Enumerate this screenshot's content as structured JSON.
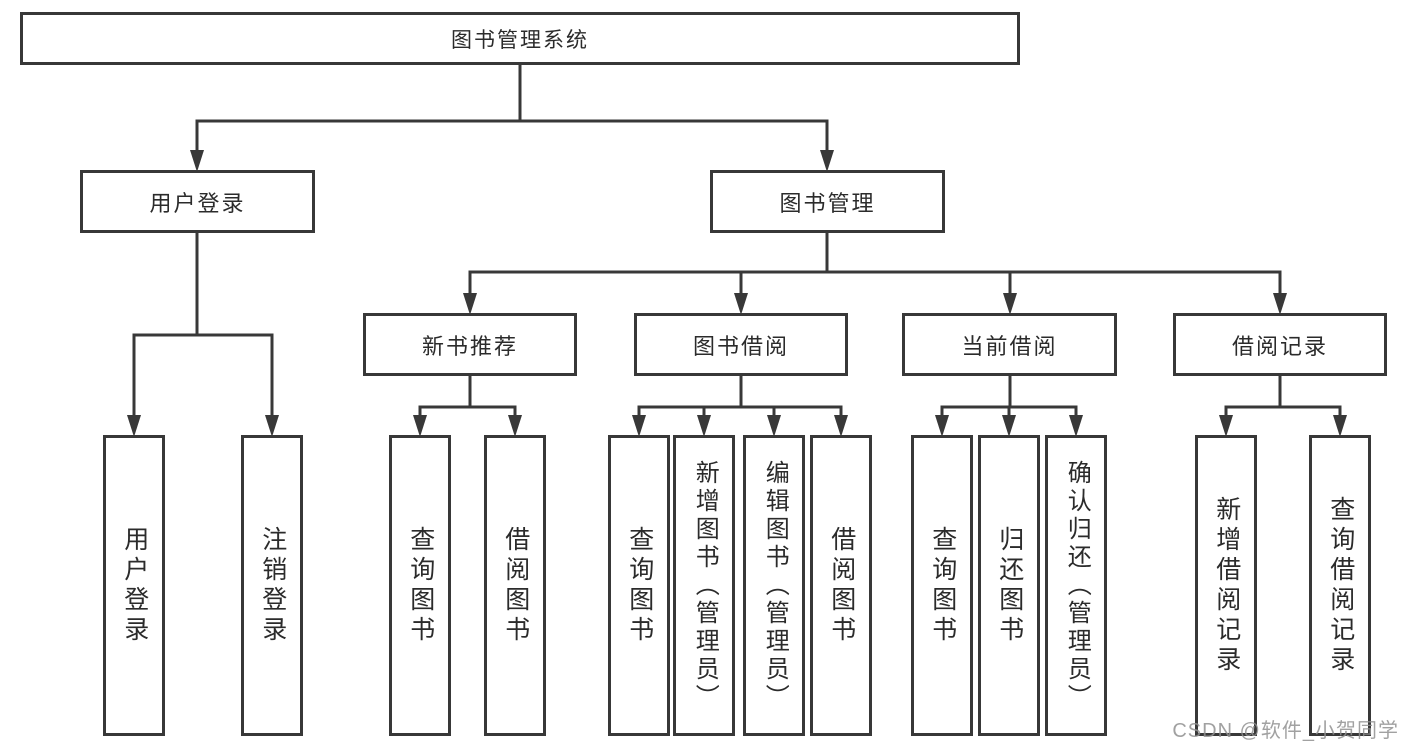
{
  "diagram": {
    "root": {
      "label": "图书管理系统"
    },
    "level2": {
      "user_login": {
        "label": "用户登录"
      },
      "book_management": {
        "label": "图书管理"
      }
    },
    "level3": {
      "new_book_recommendation": {
        "label": "新书推荐"
      },
      "book_borrowing": {
        "label": "图书借阅"
      },
      "current_borrowing": {
        "label": "当前借阅"
      },
      "borrowing_records": {
        "label": "借阅记录"
      }
    },
    "leaves": {
      "user_login": [
        "用户登录",
        "注销登录"
      ],
      "new_book_recommendation": [
        "查询图书",
        "借阅图书"
      ],
      "book_borrowing": [
        "查询图书",
        "新增图书（管理员）",
        "编辑图书（管理员）",
        "借阅图书"
      ],
      "current_borrowing": [
        "查询图书",
        "归还图书",
        "确认归还（管理员）"
      ],
      "borrowing_records": [
        "新增借阅记录",
        "查询借阅记录"
      ]
    },
    "watermark": "CSDN @软件_小贺同学",
    "colors": {
      "line": "#383838",
      "border": "#383838",
      "text": "#2b2b2b",
      "watermark": "#919191",
      "background": "#ffffff"
    }
  }
}
